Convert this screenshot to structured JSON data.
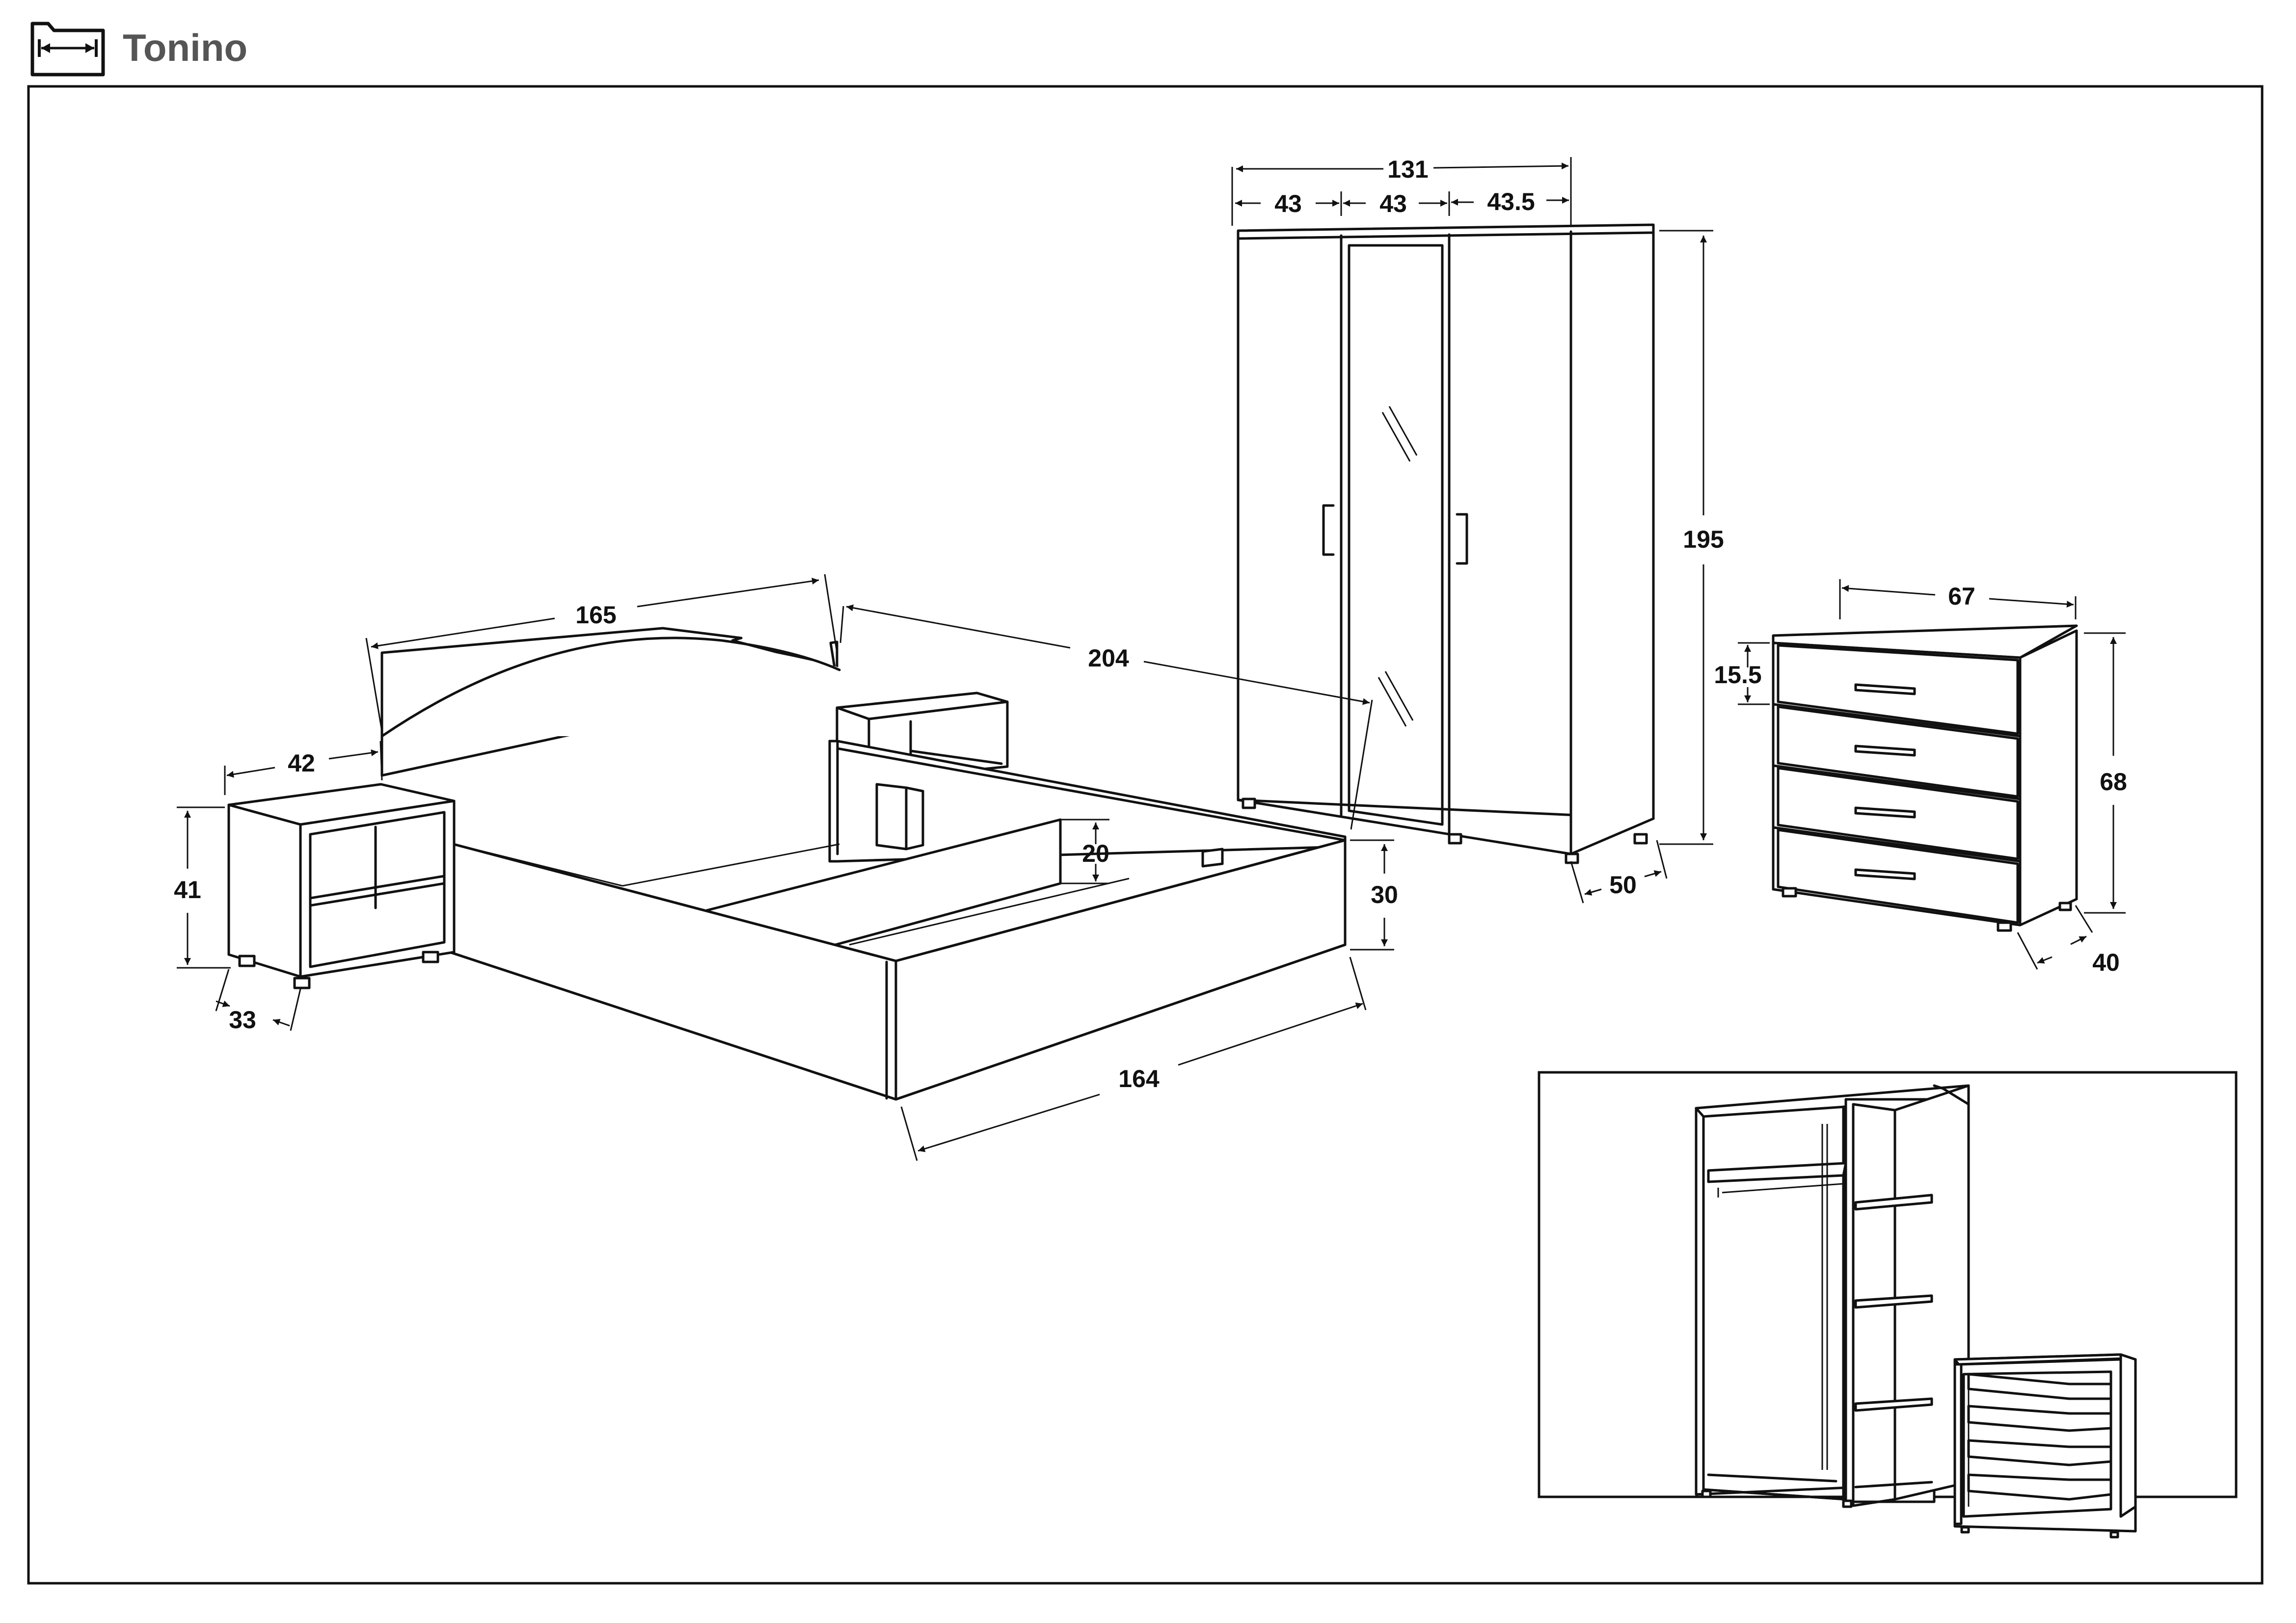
{
  "header": {
    "title": "Tonino",
    "icon": "dimensions-icon"
  },
  "dimensions": {
    "wardrobe": {
      "total_width": "131",
      "door_left": "43",
      "door_middle": "43",
      "door_right": "43.5",
      "height": "195",
      "depth": "50"
    },
    "chest": {
      "width": "67",
      "drawer_height": "15.5",
      "height": "68",
      "depth": "40"
    },
    "bed": {
      "headboard_width": "165",
      "length": "204",
      "inner_depth": "20",
      "frame_height": "30",
      "frame_width": "164"
    },
    "nightstand": {
      "width": "42",
      "height": "41",
      "depth": "33"
    }
  }
}
